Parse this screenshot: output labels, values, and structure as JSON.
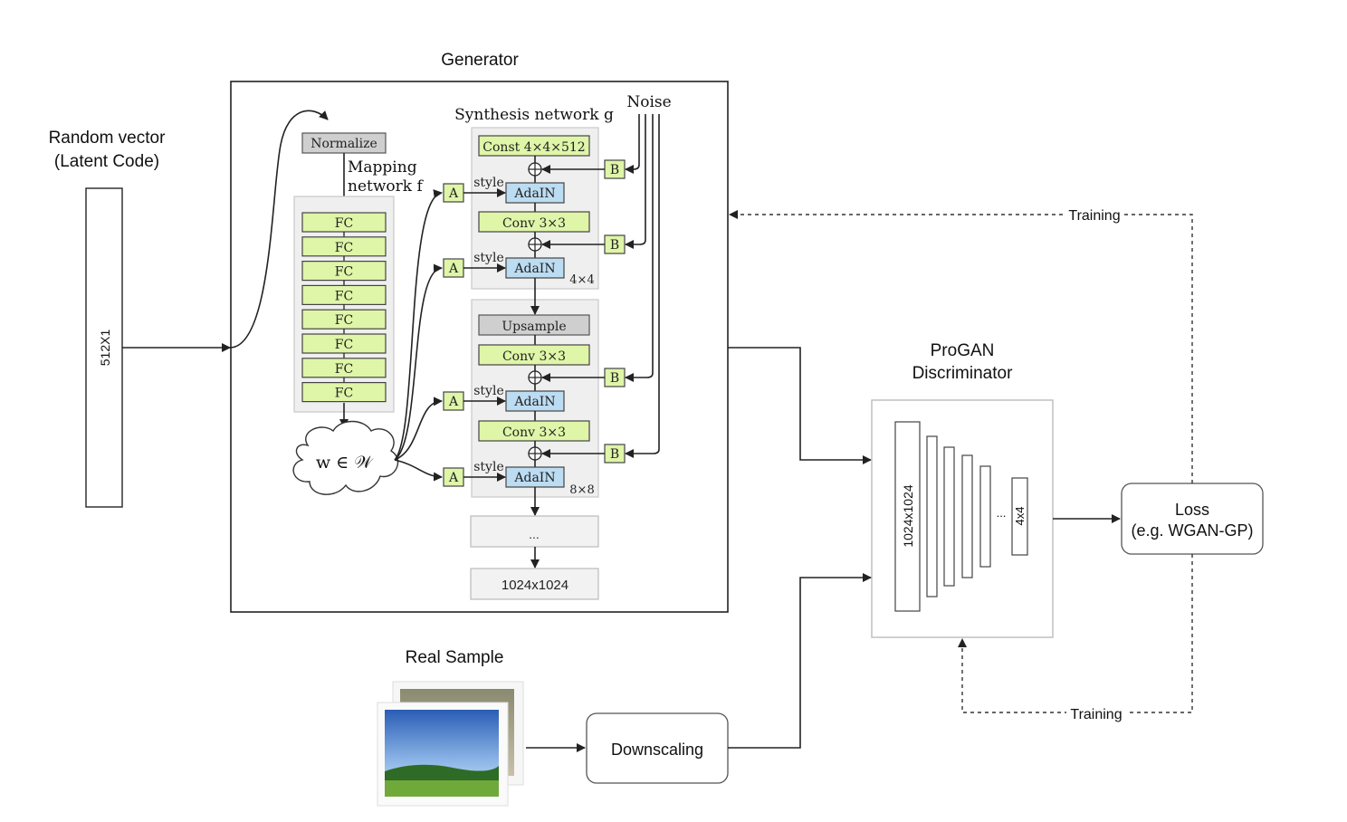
{
  "latent": {
    "title_line1": "Random vector",
    "title_line2": "(Latent Code)",
    "vector_label": "512X1"
  },
  "generator": {
    "title": "Generator",
    "normalize": "Normalize",
    "mapping_line1": "Mapping",
    "mapping_line2": "network f",
    "fc": [
      "FC",
      "FC",
      "FC",
      "FC",
      "FC",
      "FC",
      "FC",
      "FC"
    ],
    "w_label": "w ∈ 𝒲",
    "synthesis_title": "Synthesis network g",
    "noise": "Noise",
    "const": "Const 4×4×512",
    "adain": "AdaIN",
    "conv": "Conv 3×3",
    "upsample": "Upsample",
    "style": "style",
    "a_label": "A",
    "b_label": "B",
    "res_4": "4×4",
    "res_8": "8×8",
    "ellipsis": "...",
    "output": "1024x1024"
  },
  "discriminator": {
    "title_line1": "ProGAN",
    "title_line2": "Discriminator",
    "large_label": "1024x1024",
    "small_label": "4x4",
    "ellipsis": "..."
  },
  "loss": {
    "line1": "Loss",
    "line2": "(e.g. WGAN-GP)"
  },
  "training_top": "Training",
  "training_bottom": "Training",
  "real_sample": {
    "title": "Real Sample"
  },
  "downscaling": "Downscaling"
}
